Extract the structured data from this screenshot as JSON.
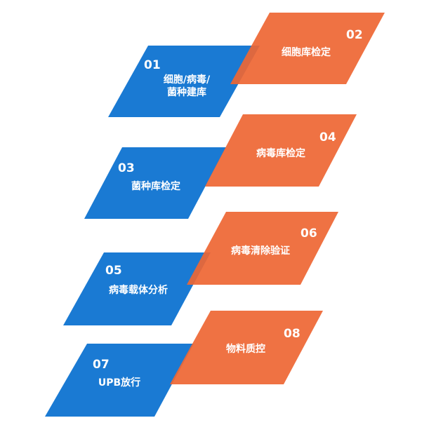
{
  "colors": {
    "blue": "#1A7AD3",
    "orange": "#EE6633"
  },
  "steps": [
    {
      "num": "01",
      "text": "细胞/病毒/\n菌种建库",
      "color": "blue"
    },
    {
      "num": "02",
      "text": "细胞库检定",
      "color": "orange"
    },
    {
      "num": "03",
      "text": "菌种库检定",
      "color": "blue"
    },
    {
      "num": "04",
      "text": "病毒库检定",
      "color": "orange"
    },
    {
      "num": "05",
      "text": "病毒载体分析",
      "color": "blue"
    },
    {
      "num": "06",
      "text": "病毒清除验证",
      "color": "orange"
    },
    {
      "num": "07",
      "text": "UPB放行",
      "color": "blue"
    },
    {
      "num": "08",
      "text": "物料质控",
      "color": "orange"
    }
  ]
}
